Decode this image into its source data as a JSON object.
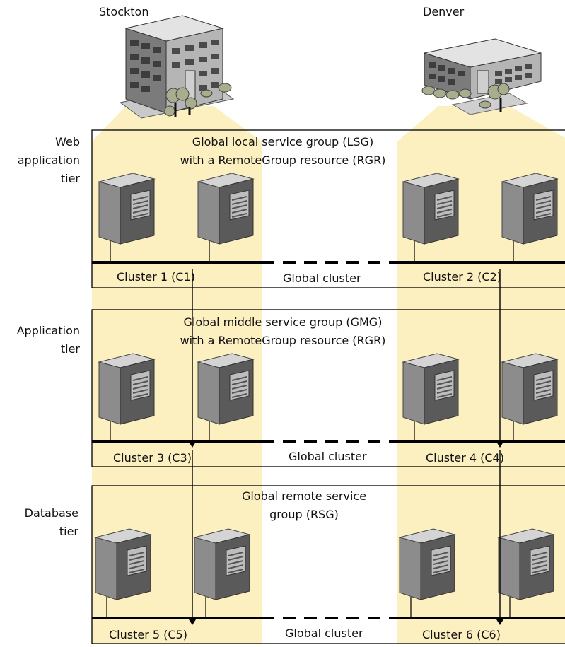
{
  "sites": [
    {
      "name": "Stockton"
    },
    {
      "name": "Denver"
    }
  ],
  "tiers": [
    {
      "label_lines": [
        "Web",
        "application",
        "tier"
      ],
      "group_lines": [
        "Global local service group (LSG)",
        "with a RemoteGroup resource (RGR)"
      ],
      "left_cluster": "Cluster 1 (C1)",
      "right_cluster": "Cluster 2 (C2)",
      "global_label": "Global cluster"
    },
    {
      "label_lines": [
        "Application",
        "tier"
      ],
      "group_lines": [
        "Global middle service group (GMG)",
        "with a RemoteGroup resource (RGR)"
      ],
      "left_cluster": "Cluster 3 (C3)",
      "right_cluster": "Cluster 4 (C4)",
      "global_label": "Global cluster"
    },
    {
      "label_lines": [
        "Database",
        "tier"
      ],
      "group_lines": [
        "Global remote service",
        "group (RSG)"
      ],
      "left_cluster": "Cluster 5 (C5)",
      "right_cluster": "Cluster 6 (C6)",
      "global_label": "Global cluster"
    }
  ],
  "colors": {
    "highlight": "#fcefc0",
    "server_dark": "#5a5a5a",
    "server_mid": "#8c8c8c",
    "server_light": "#d4d4d4",
    "line": "#000000"
  }
}
